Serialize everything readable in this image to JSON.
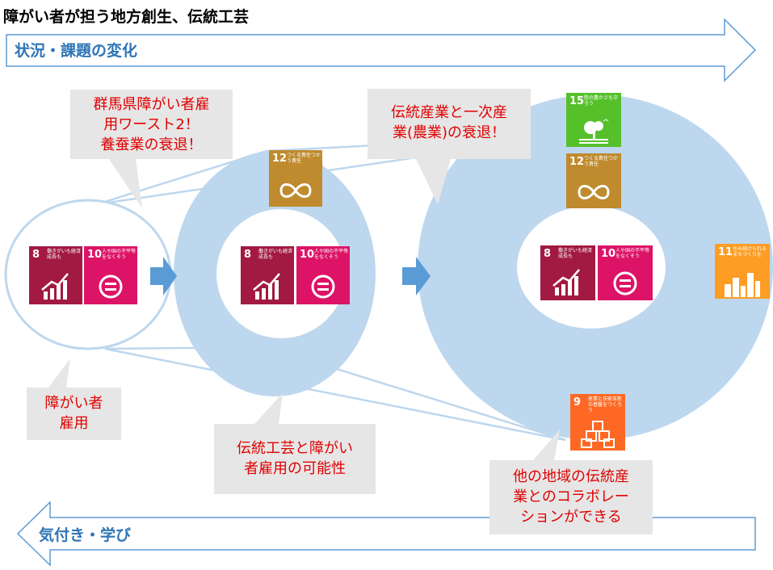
{
  "title": "障がい者が担う地方創生、伝統工芸",
  "top_arrow_label": "状況・課題の変化",
  "bottom_arrow_label": "気付き・学び",
  "callouts": {
    "gunma": "群馬県障がい者雇用ワースト2！養蚕業の衰退！",
    "gunma_lines": [
      "群馬県障がい者雇",
      "用ワースト2！",
      "養蚕業の衰退！"
    ],
    "primary": "伝統産業と一次産業(農業)の衰退！",
    "primary_lines": [
      "伝統産業と一次産",
      "業(農業)の衰退！"
    ],
    "employment": "障がい者雇用",
    "employment_lines": [
      "障がい者",
      "雇用"
    ],
    "craft": "伝統工芸と障がい者雇用の可能性",
    "craft_lines": [
      "伝統工芸と障がい",
      "者雇用の可能性"
    ],
    "collab": "他の地域の伝統産業とのコラボレーションができる",
    "collab_lines": [
      "他の地域の伝統産",
      "業とのコラボレー",
      "ションができる"
    ]
  },
  "sdgs": {
    "goal8": {
      "number": "8",
      "text": "働きがいも経済成長も",
      "color": "#a21942"
    },
    "goal10": {
      "number": "10",
      "text": "人や国の不平等をなくそう",
      "color": "#dd1367"
    },
    "goal12": {
      "number": "12",
      "text": "つくる責任つかう責任",
      "color": "#bf8b2e"
    },
    "goal15": {
      "number": "15",
      "text": "陸の豊かさも守ろう",
      "color": "#56c02b"
    },
    "goal11": {
      "number": "11",
      "text": "住み続けられるまちづくりを",
      "color": "#fd9d24"
    },
    "goal9": {
      "number": "9",
      "text": "産業と技術革新の基盤をつくろう",
      "color": "#fd6925"
    }
  },
  "colors": {
    "ring": "#bdd7ee",
    "ring_outline": "#9dc3e6",
    "arrow_fill": "#5b9bd5",
    "arrow_outline": "#5b9bd5",
    "label_text": "#2e75b6",
    "callout_bg": "#e7e6e6",
    "callout_text": "#e00000"
  }
}
